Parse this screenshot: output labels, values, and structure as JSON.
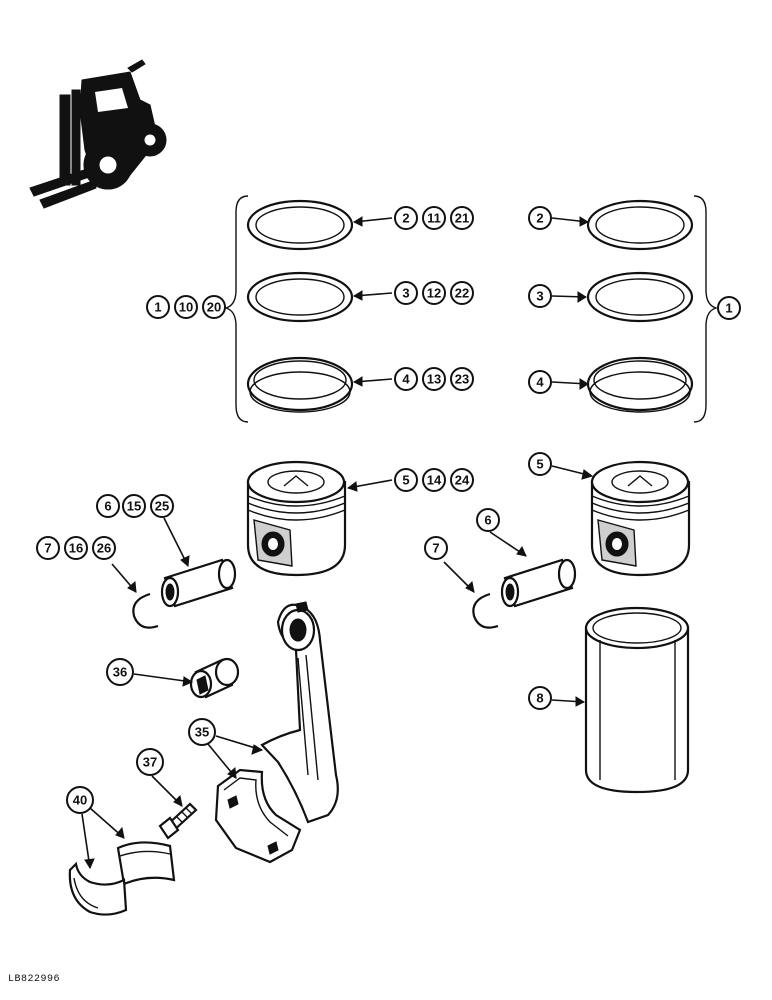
{
  "reference_code": "LB822996",
  "callouts": {
    "ring_top_left": [
      "2",
      "11",
      "21"
    ],
    "ring_mid_left": [
      "3",
      "12",
      "22"
    ],
    "ring_bot_left": [
      "4",
      "13",
      "23"
    ],
    "ring_set_left": [
      "1",
      "10",
      "20"
    ],
    "ring_top_right": [
      "2"
    ],
    "ring_mid_right": [
      "3"
    ],
    "ring_bot_right": [
      "4"
    ],
    "ring_set_right": [
      "1"
    ],
    "piston_left": [
      "5",
      "14",
      "24"
    ],
    "piston_right": [
      "5"
    ],
    "pin_left": [
      "6",
      "15",
      "25"
    ],
    "clip_left": [
      "7",
      "16",
      "26"
    ],
    "pin_right": [
      "6"
    ],
    "clip_right": [
      "7"
    ],
    "sleeve": [
      "8"
    ],
    "bushing": [
      "36"
    ],
    "rod": [
      "35"
    ],
    "bolt": [
      "37"
    ],
    "bearing": [
      "40"
    ]
  }
}
